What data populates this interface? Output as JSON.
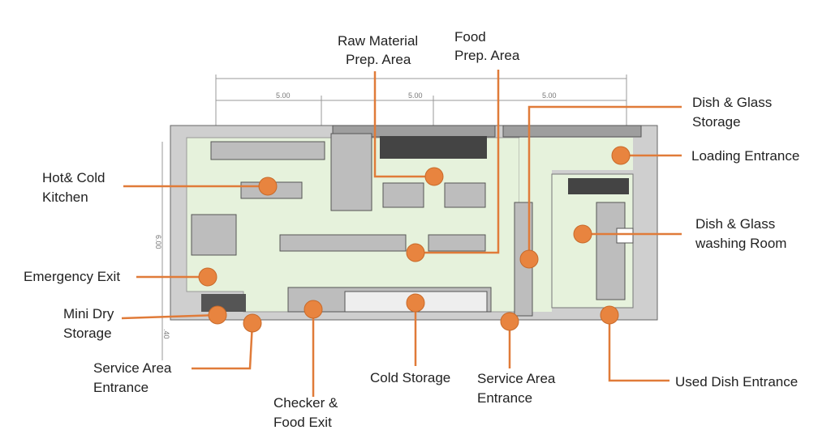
{
  "colors": {
    "accent": "#E8843F",
    "floor": "#e6f2dc"
  },
  "dimensions": {
    "top": [
      "5.00",
      "5.00",
      "5.00"
    ],
    "side": "6.00",
    "bottom_side": ".40"
  },
  "labels": {
    "raw": [
      "Raw Material",
      "Prep. Area"
    ],
    "food": [
      "Food",
      "Prep. Area"
    ],
    "dish_storage": [
      "Dish & Glass",
      "Storage"
    ],
    "loading": [
      "Loading Entrance"
    ],
    "hot": [
      "Hot& Cold",
      "Kitchen"
    ],
    "washing": [
      "Dish & Glass",
      "washing Room"
    ],
    "emergency": [
      "Emergency Exit"
    ],
    "mini": [
      "Mini Dry",
      "Storage"
    ],
    "service_left": [
      "Service Area",
      "Entrance"
    ],
    "checker": [
      "Checker &",
      "Food Exit"
    ],
    "cold": [
      "Cold Storage"
    ],
    "service_right": [
      "Service Area",
      "Entrance"
    ],
    "used": [
      "Used Dish Entrance"
    ]
  }
}
